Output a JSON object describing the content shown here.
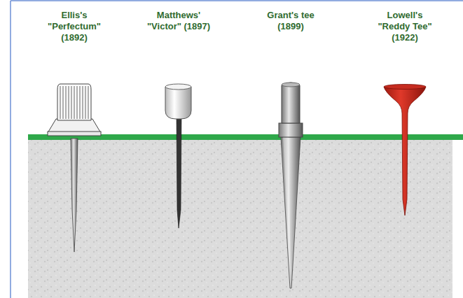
{
  "diagram": {
    "labels": [
      "Ellis's \"Perfectum\" (1892)",
      "Matthews' \"Victor\" (1897)",
      "Grant's tee (1899)",
      "Lowell's \"Reddy Tee\" (1922)"
    ]
  }
}
